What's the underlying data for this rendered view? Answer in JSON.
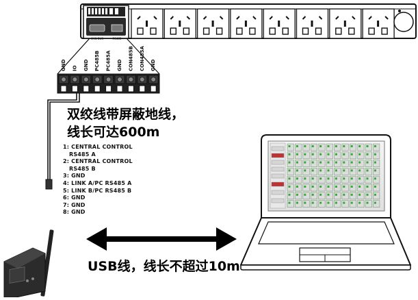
{
  "pdu": {
    "port_labels": [
      "CAN BUS",
      "RS485"
    ],
    "outlet_count": 8
  },
  "terminal": {
    "pin_labels": [
      "GND",
      "IO",
      "GND",
      "PC485B",
      "PC485A",
      "GND",
      "CON485B",
      "CON485A",
      "GND"
    ]
  },
  "notes": {
    "shield_line1": "双绞线带屏蔽地线，",
    "shield_line2": "线长可达600m",
    "usb_note": "USB线，线长不超过10m"
  },
  "legend": [
    "1: CENTRAL CONTROL",
    "   RS485 A",
    "2: CENTRAL CONTROL",
    "   RS485 B",
    "3: GND",
    "4: LINK A/PC RS485 A",
    "5: LINK B/PC RS485 B",
    "6: GND",
    "7: GND",
    "8: GND"
  ]
}
